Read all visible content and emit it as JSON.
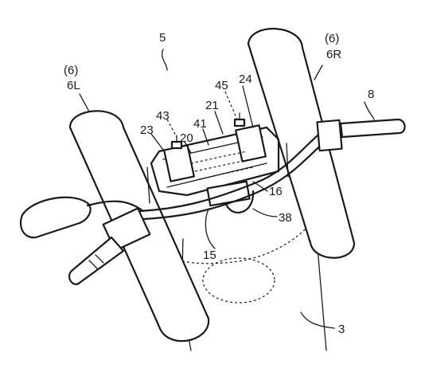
{
  "labels": {
    "l5": "5",
    "l6L_paren": "(6)",
    "l6L": "6L",
    "l6R_paren": "(6)",
    "l6R": "6R",
    "l8": "8",
    "l45": "45",
    "l24": "24",
    "l43": "43",
    "l21": "21",
    "l41": "41",
    "l23": "23",
    "l20": "20",
    "l16": "16",
    "l38": "38",
    "l15": "15",
    "l3": "3"
  }
}
